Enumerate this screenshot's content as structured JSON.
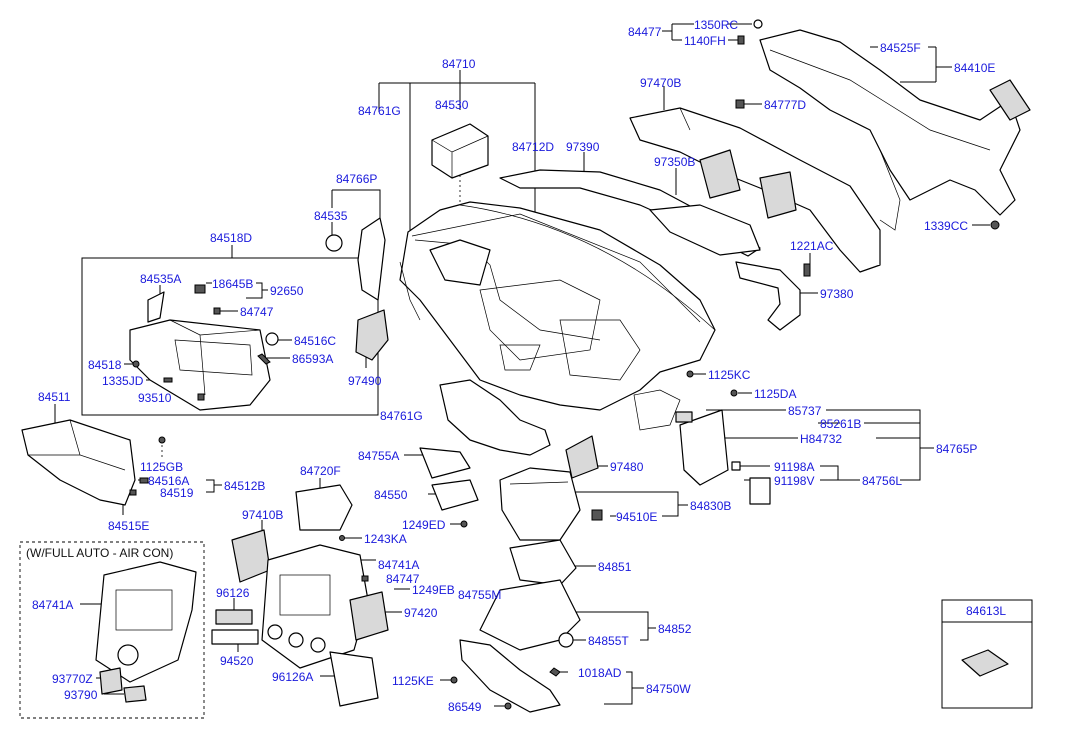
{
  "inset": {
    "title": "(W/FULL AUTO - AIR CON)"
  },
  "labels": {
    "p84710": "84710",
    "p84761G_top": "84761G",
    "p84530": "84530",
    "p84712D": "84712D",
    "p97390": "97390",
    "p97470B": "97470B",
    "p84777D": "84777D",
    "p84477": "84477",
    "p1350RC": "1350RC",
    "p1140FH": "1140FH",
    "p84525F": "84525F",
    "p84410E": "84410E",
    "p97350B": "97350B",
    "p1339CC": "1339CC",
    "p1221AC": "1221AC",
    "p97380": "97380",
    "p84766P": "84766P",
    "p84535": "84535",
    "p84518D": "84518D",
    "p84535A": "84535A",
    "p18645B": "18645B",
    "p92650": "92650",
    "p84747_top": "84747",
    "p84516C": "84516C",
    "p84518": "84518",
    "p86593A": "86593A",
    "p1335JD": "1335JD",
    "p93510": "93510",
    "p97490": "97490",
    "p84511": "84511",
    "p1125GB": "1125GB",
    "p84516A": "84516A",
    "p84519": "84519",
    "p84512B": "84512B",
    "p84515E": "84515E",
    "p84761G_mid": "84761G",
    "p84755A": "84755A",
    "p1125KC": "1125KC",
    "p1125DA": "1125DA",
    "p85737": "85737",
    "p85261B": "85261B",
    "pH84732": "H84732",
    "p84765P": "84765P",
    "p91198A": "91198A",
    "p91198V": "91198V",
    "p84756L": "84756L",
    "p97480": "97480",
    "p84720F": "84720F",
    "p84550": "84550",
    "p1249ED": "1249ED",
    "p84830B": "84830B",
    "p94510E": "94510E",
    "p97410B": "97410B",
    "p1243KA": "1243KA",
    "p84741A_main": "84741A",
    "p84747_low": "84747",
    "p1249EB": "1249EB",
    "p84851": "84851",
    "p84741A_inset": "84741A",
    "p96126": "96126",
    "p97420": "97420",
    "p84755M": "84755M",
    "p84852": "84852",
    "p84855T": "84855T",
    "p84613L": "84613L",
    "p94520": "94520",
    "p93770Z": "93770Z",
    "p93790": "93790",
    "p96126A": "96126A",
    "p1125KE": "1125KE",
    "p1018AD": "1018AD",
    "p84750W": "84750W",
    "p86549": "86549"
  }
}
